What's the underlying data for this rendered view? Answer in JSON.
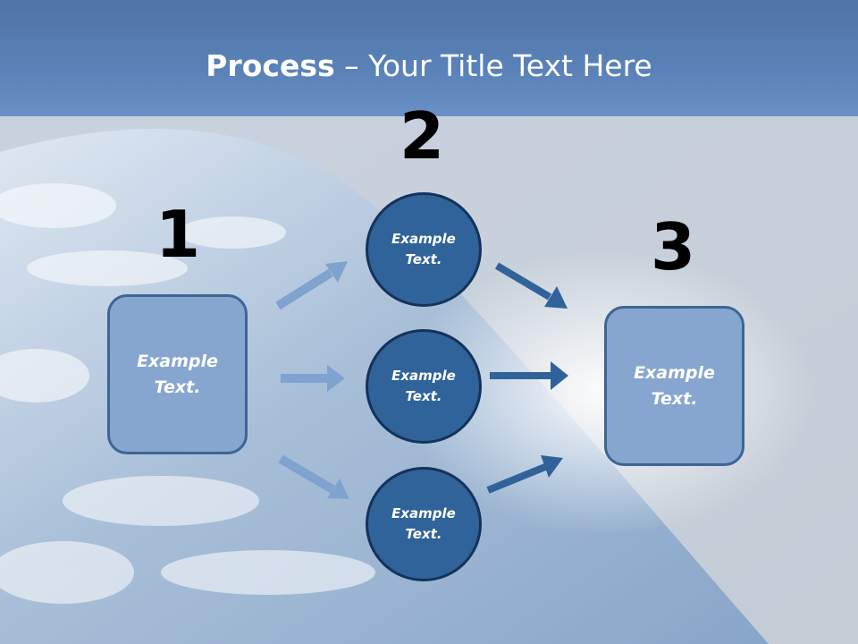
{
  "slide": {
    "title_bold": "Process",
    "title_rest": " – Your Title Text Here",
    "steps": [
      {
        "number": "1"
      },
      {
        "number": "2"
      },
      {
        "number": "3"
      }
    ],
    "left_box": {
      "line1": "Example",
      "line2": "Text."
    },
    "circles": [
      {
        "line1": "Example",
        "line2": "Text."
      },
      {
        "line1": "Example",
        "line2": "Text."
      },
      {
        "line1": "Example",
        "line2": "Text."
      }
    ],
    "right_box": {
      "line1": "Example",
      "line2": "Text."
    }
  },
  "colors": {
    "title_bar": "#5a82b8",
    "box_fill": "#86a6cf",
    "box_border": "#3d6595",
    "circle_fill": "#2f6399",
    "circle_border": "#14325a",
    "arrow_light": "#7fa2cf",
    "arrow_dark": "#2f6399"
  }
}
